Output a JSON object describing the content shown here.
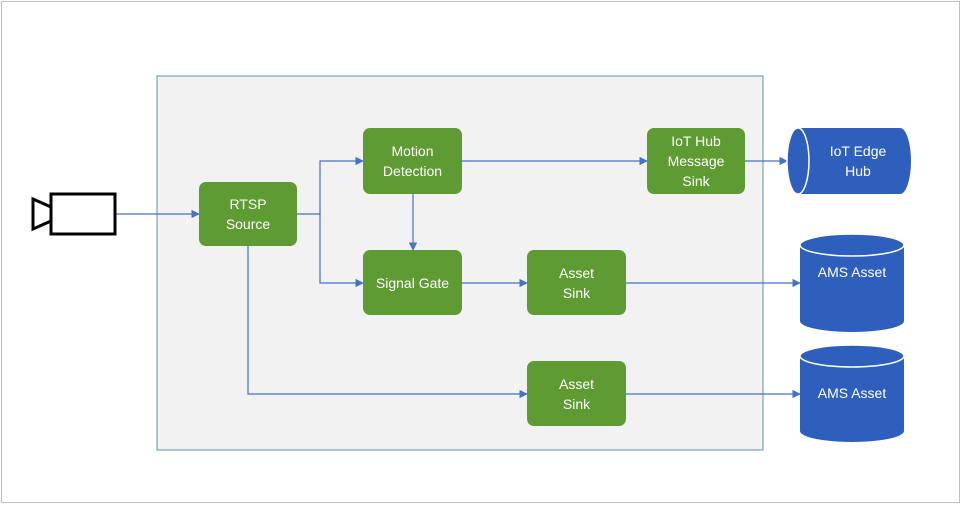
{
  "nodes": {
    "rtsp_source": {
      "line1": "RTSP",
      "line2": "Source"
    },
    "motion_detection": {
      "line1": "Motion",
      "line2": "Detection"
    },
    "signal_gate": {
      "line1": "Signal Gate"
    },
    "asset_sink_top": {
      "line1": "Asset",
      "line2": "Sink"
    },
    "asset_sink_bottom": {
      "line1": "Asset",
      "line2": "Sink"
    },
    "iot_hub_message_sink": {
      "line1": "IoT Hub",
      "line2": "Message",
      "line3": "Sink"
    }
  },
  "external": {
    "iot_edge_hub": {
      "line1": "IoT Edge",
      "line2": "Hub"
    },
    "ams_asset_top": {
      "line1": "AMS Asset"
    },
    "ams_asset_bottom": {
      "line1": "AMS Asset"
    },
    "camera_icon": "video-camera-icon"
  },
  "colors": {
    "node_fill": "#5e9b32",
    "external_fill": "#2e5fbd",
    "connector": "#4472c4",
    "graph_container_fill": "#f2f2f2",
    "graph_container_border": "#5e90aa"
  }
}
